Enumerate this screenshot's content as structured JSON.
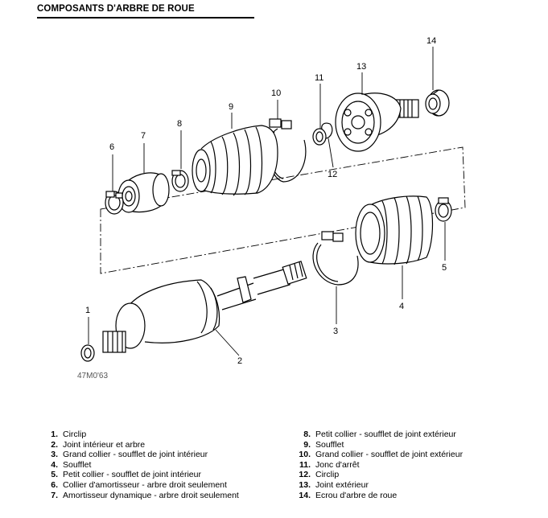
{
  "header": {
    "title": "COMPOSANTS D'ARBRE DE ROUE"
  },
  "diagram": {
    "callouts": [
      "1",
      "2",
      "3",
      "4",
      "5",
      "6",
      "7",
      "8",
      "9",
      "10",
      "11",
      "12",
      "13",
      "14"
    ],
    "figure_code": "47M0'63"
  },
  "legend": {
    "left": [
      {
        "num": "1.",
        "text": "Circlip"
      },
      {
        "num": "2.",
        "text": "Joint intérieur et arbre"
      },
      {
        "num": "3.",
        "text": "Grand collier - soufflet de joint intérieur"
      },
      {
        "num": "4.",
        "text": "Soufflet"
      },
      {
        "num": "5.",
        "text": "Petit collier - soufflet de joint intérieur"
      },
      {
        "num": "6.",
        "text": "Collier d'amortisseur - arbre droit seulement"
      },
      {
        "num": "7.",
        "text": "Amortisseur dynamique - arbre droit seulement"
      }
    ],
    "right": [
      {
        "num": "8.",
        "text": "Petit collier - soufflet de joint extérieur"
      },
      {
        "num": "9.",
        "text": "Soufflet"
      },
      {
        "num": "10.",
        "text": "Grand collier - soufflet de joint extérieur"
      },
      {
        "num": "11.",
        "text": "Jonc d'arrêt"
      },
      {
        "num": "12.",
        "text": "Circlip"
      },
      {
        "num": "13.",
        "text": "Joint extérieur"
      },
      {
        "num": "14.",
        "text": "Ecrou d'arbre de roue"
      }
    ]
  }
}
